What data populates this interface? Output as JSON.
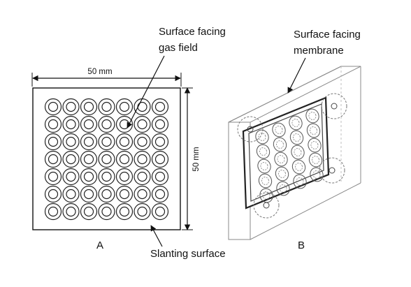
{
  "panel_a": {
    "label": "A",
    "width_label": "50 mm",
    "height_label": "50 mm",
    "callout_top": [
      "Surface facing",
      "gas field"
    ],
    "callout_bottom": "Slanting surface",
    "grid": {
      "rows": 7,
      "cols": 7
    }
  },
  "panel_b": {
    "label": "B",
    "callout_top": [
      "Surface facing",
      "membrane"
    ],
    "grid": {
      "rows": 5,
      "cols": 4
    }
  },
  "colors": {
    "line": "#222222",
    "light_line": "#8a8a8a",
    "background": "#ffffff"
  }
}
